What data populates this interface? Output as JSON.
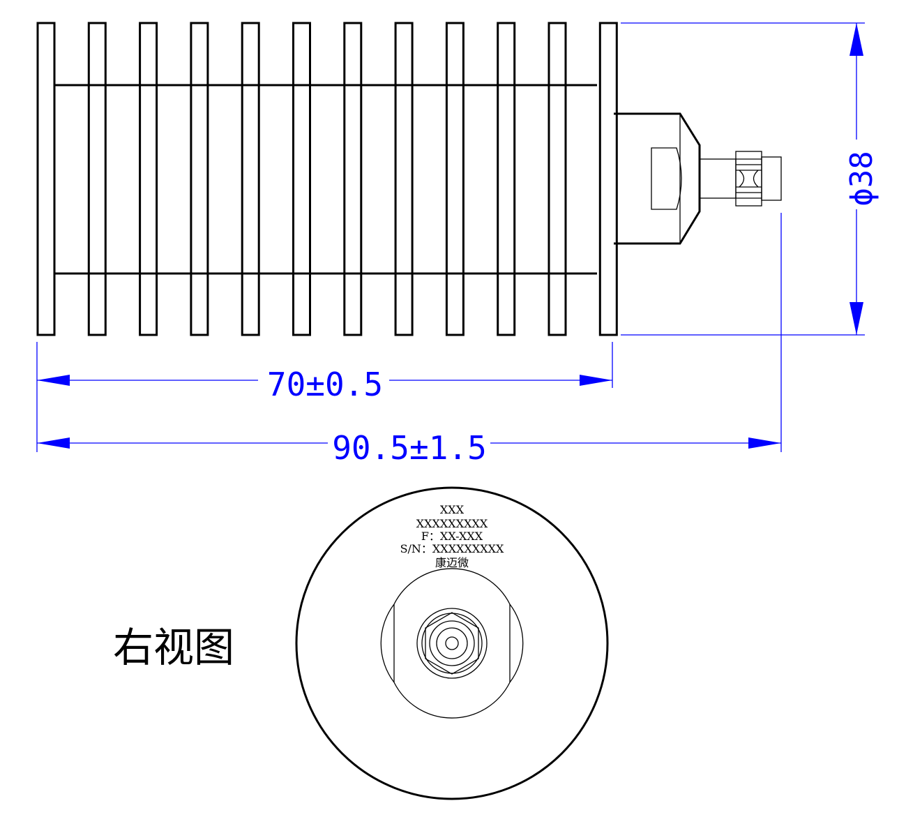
{
  "side_view": {
    "dimensions": {
      "body_length": "70±0.5",
      "total_length": "90.5±1.5",
      "diameter": "ϕ38"
    }
  },
  "right_view": {
    "title": "右视图",
    "nameplate": {
      "line1": "XXX",
      "line2": "XXXXXXXXX",
      "line3": "F：XX-XXX",
      "line4": "S/N：XXXXXXXXX",
      "line5": "康迈微"
    }
  },
  "colors": {
    "outline": "#000000",
    "dimension": "#0000ff",
    "background": "#ffffff"
  }
}
